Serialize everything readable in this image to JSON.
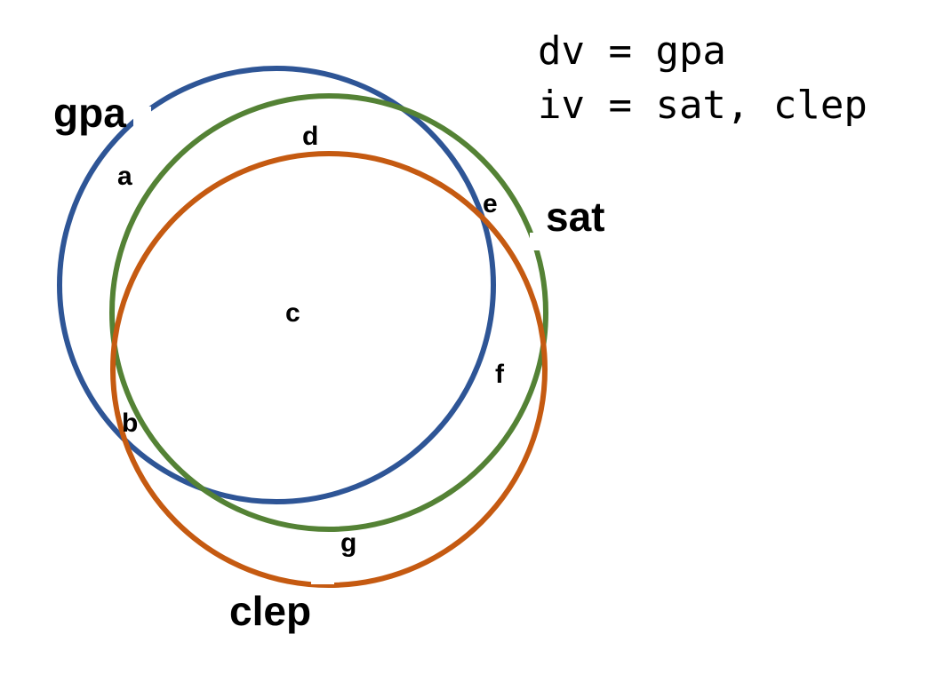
{
  "diagram": {
    "type": "venn",
    "sets": [
      {
        "id": "gpa",
        "label": "gpa",
        "color": "#2E5596"
      },
      {
        "id": "sat",
        "label": "sat",
        "color": "#548235"
      },
      {
        "id": "clep",
        "label": "clep",
        "color": "#C55A11"
      }
    ],
    "regions": [
      {
        "id": "a",
        "label": "a"
      },
      {
        "id": "b",
        "label": "b"
      },
      {
        "id": "c",
        "label": "c"
      },
      {
        "id": "d",
        "label": "d"
      },
      {
        "id": "e",
        "label": "e"
      },
      {
        "id": "f",
        "label": "f"
      },
      {
        "id": "g",
        "label": "g"
      }
    ],
    "formula": {
      "dv_line": "dv = gpa",
      "iv_line": "iv = sat, clep"
    }
  }
}
